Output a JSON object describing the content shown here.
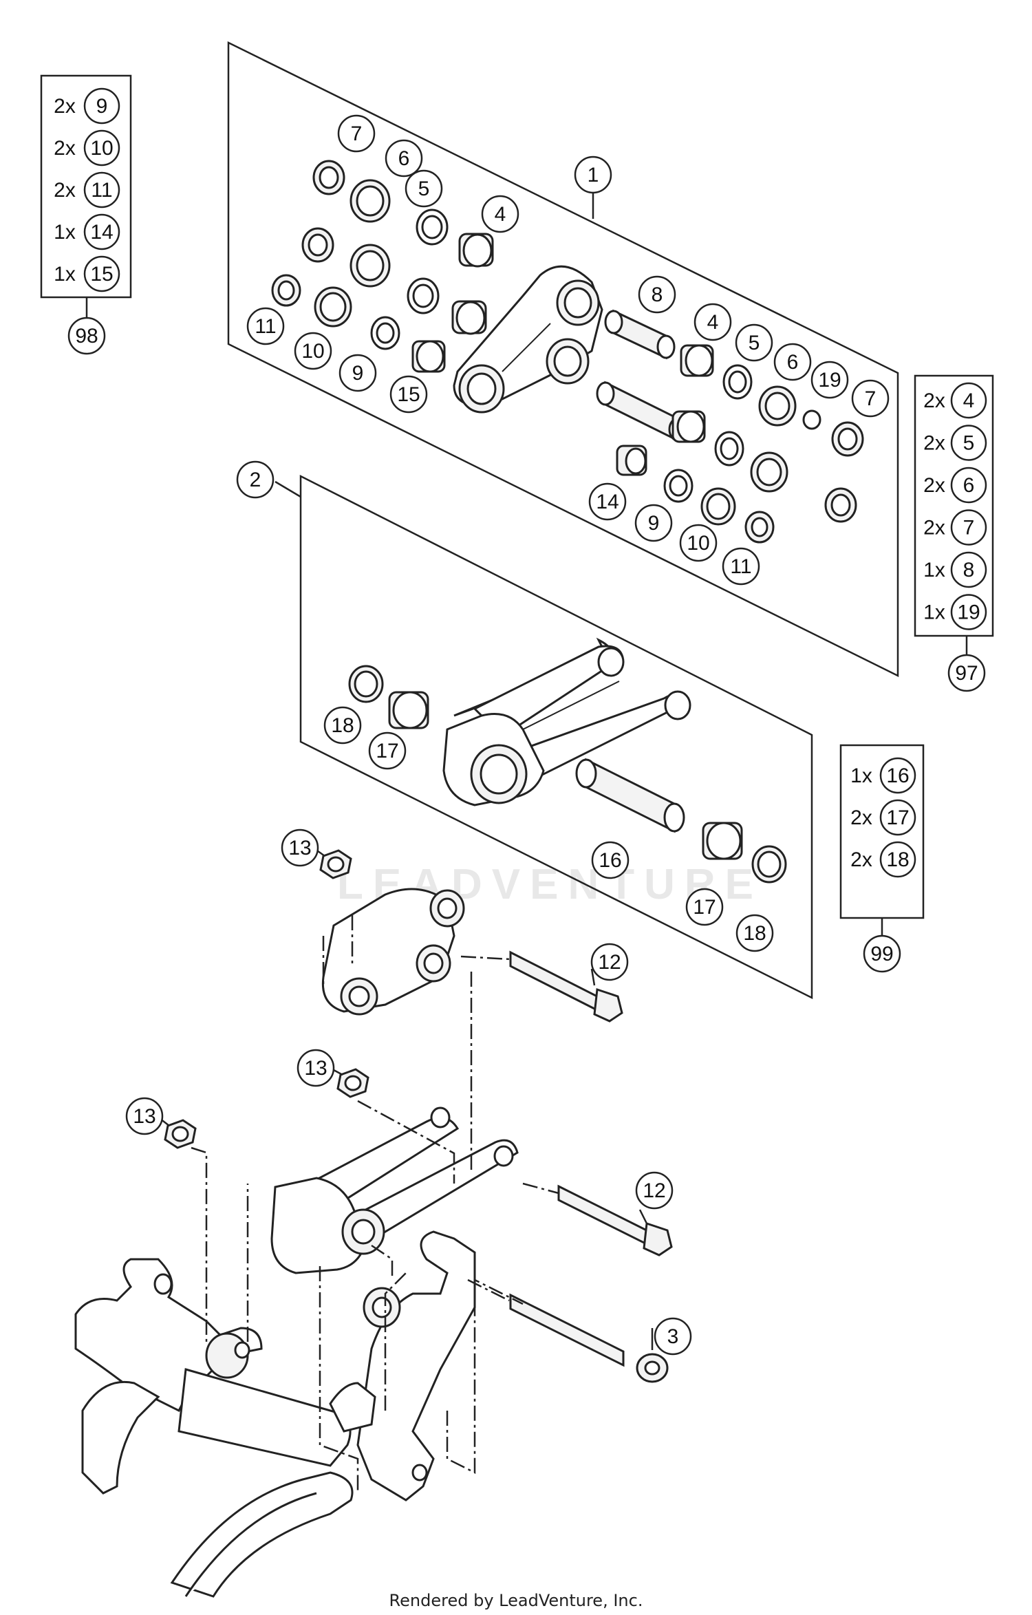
{
  "kits": [
    {
      "id": "98",
      "rows": [
        [
          "2x",
          "9"
        ],
        [
          "2x",
          "10"
        ],
        [
          "2x",
          "11"
        ],
        [
          "1x",
          "14"
        ],
        [
          "1x",
          "15"
        ]
      ]
    },
    {
      "id": "97",
      "rows": [
        [
          "2x",
          "4"
        ],
        [
          "2x",
          "5"
        ],
        [
          "2x",
          "6"
        ],
        [
          "2x",
          "7"
        ],
        [
          "1x",
          "8"
        ],
        [
          "1x",
          "19"
        ]
      ]
    },
    {
      "id": "99",
      "rows": [
        [
          "1x",
          "16"
        ],
        [
          "2x",
          "17"
        ],
        [
          "2x",
          "18"
        ]
      ]
    }
  ],
  "callouts": [
    {
      "id": "7a",
      "text": "7"
    },
    {
      "id": "6a",
      "text": "6"
    },
    {
      "id": "5a",
      "text": "5"
    },
    {
      "id": "4a",
      "text": "4"
    },
    {
      "id": "1",
      "text": "1"
    },
    {
      "id": "11a",
      "text": "11"
    },
    {
      "id": "10a",
      "text": "10"
    },
    {
      "id": "9a",
      "text": "9"
    },
    {
      "id": "15",
      "text": "15"
    },
    {
      "id": "8",
      "text": "8"
    },
    {
      "id": "4b",
      "text": "4"
    },
    {
      "id": "5b",
      "text": "5"
    },
    {
      "id": "6b",
      "text": "6"
    },
    {
      "id": "19",
      "text": "19"
    },
    {
      "id": "7b",
      "text": "7"
    },
    {
      "id": "14",
      "text": "14"
    },
    {
      "id": "9b",
      "text": "9"
    },
    {
      "id": "10b",
      "text": "10"
    },
    {
      "id": "11b",
      "text": "11"
    },
    {
      "id": "2",
      "text": "2"
    },
    {
      "id": "18a",
      "text": "18"
    },
    {
      "id": "17a",
      "text": "17"
    },
    {
      "id": "16",
      "text": "16"
    },
    {
      "id": "17b",
      "text": "17"
    },
    {
      "id": "18b",
      "text": "18"
    },
    {
      "id": "13a",
      "text": "13"
    },
    {
      "id": "12a",
      "text": "12"
    },
    {
      "id": "13b",
      "text": "13"
    },
    {
      "id": "13c",
      "text": "13"
    },
    {
      "id": "12b",
      "text": "12"
    },
    {
      "id": "3",
      "text": "3"
    }
  ],
  "watermark": "LEADVENTURE",
  "footer": "Rendered by LeadVenture, Inc."
}
